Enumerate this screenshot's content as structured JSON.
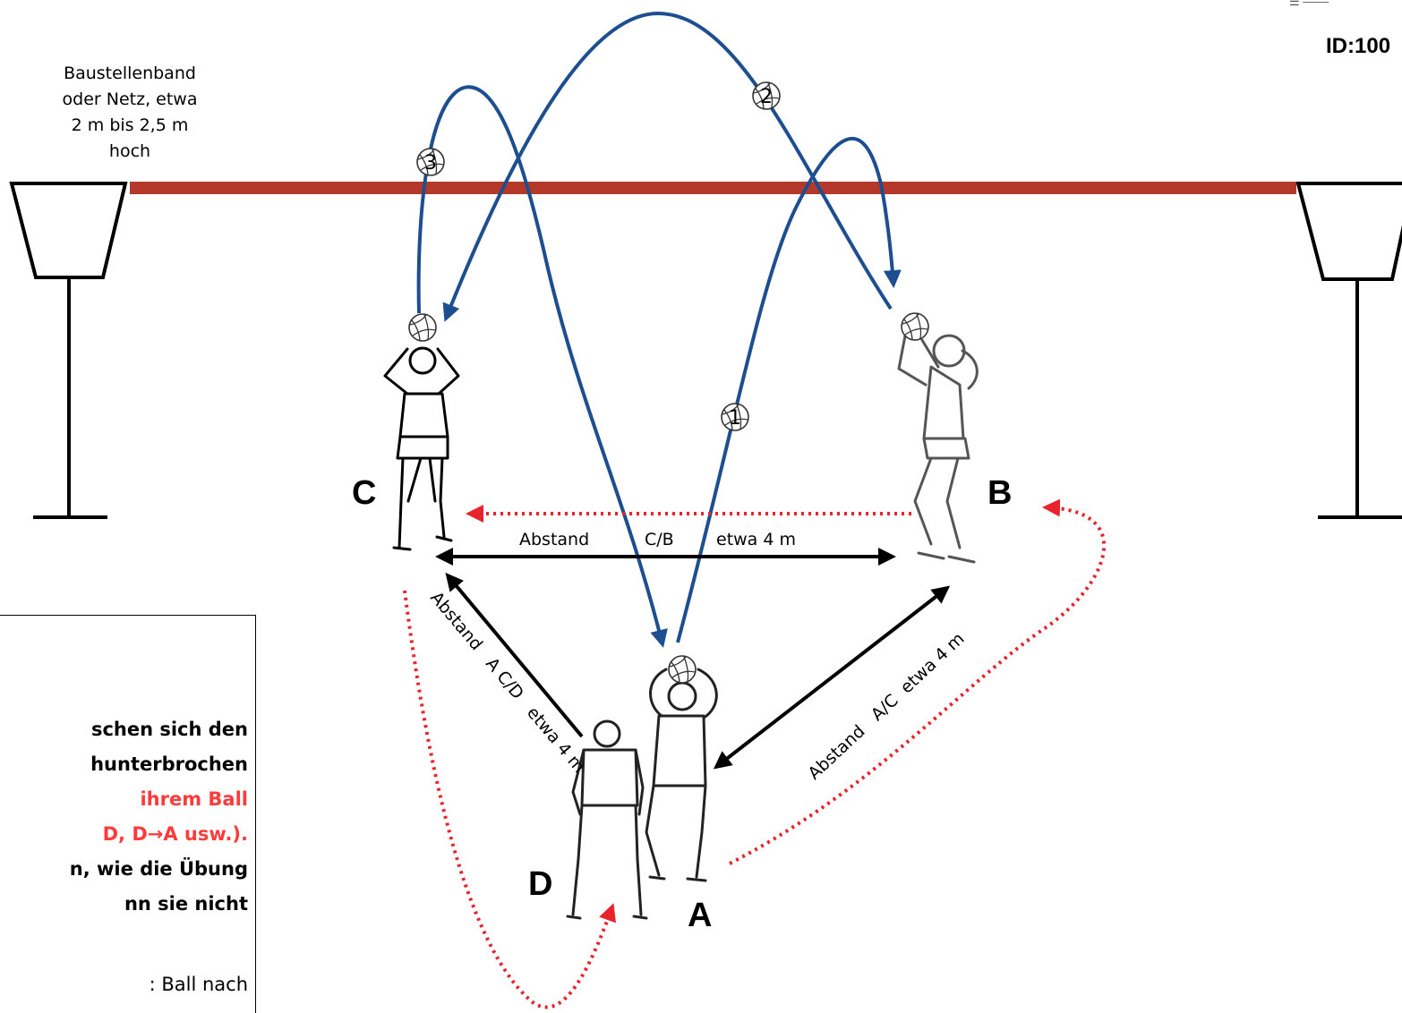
{
  "header": {
    "id_label": "ID:100",
    "logo_text": "☰ ‒‒‒‒"
  },
  "net_note": {
    "lines": [
      "Baustellenband",
      "oder Netz, etwa",
      "2 m bis 2,5 m",
      "hoch"
    ]
  },
  "players": {
    "A": "A",
    "B": "B",
    "C": "C",
    "D": "D"
  },
  "ball_numbers": [
    "1",
    "2",
    "3"
  ],
  "distances": {
    "cb": {
      "word": "Abstand",
      "pair": "C/B",
      "value": "etwa 4 m"
    },
    "acd": "Abstand   A C/D   etwa 4 m",
    "ac": "Abstand   A/C  etwa 4 m"
  },
  "info_box": {
    "lines": [
      {
        "text": "schen sich den",
        "style": "bold"
      },
      {
        "text": "hunterbrochen",
        "style": "bold"
      },
      {
        "text": "ihrem  Ball",
        "style": "red"
      },
      {
        "text": "D, D→A usw.).",
        "style": "red"
      },
      {
        "text": "n, wie die Übung",
        "style": "bold"
      },
      {
        "text": "nn sie nicht",
        "style": "bold"
      },
      {
        "text": ": Ball nach",
        "style": "normal"
      }
    ]
  },
  "colors": {
    "net_band": "#b5392a",
    "ball_path": "#1d4e8f",
    "run_path": "#e8232b",
    "distance_arrow": "#000000",
    "info_red": "#ff3b3b"
  }
}
